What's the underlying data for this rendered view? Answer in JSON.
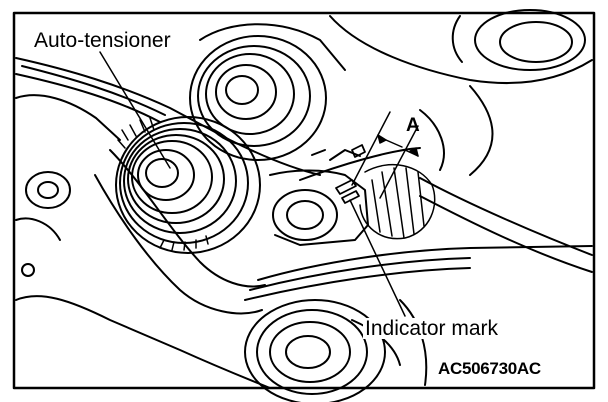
{
  "labels": {
    "auto_tensioner": "Auto-tensioner",
    "dimension": "A",
    "indicator_mark": "Indicator mark",
    "figure_code": "AC506730AC"
  },
  "colors": {
    "line": "#000000",
    "paper": "#ffffff"
  }
}
